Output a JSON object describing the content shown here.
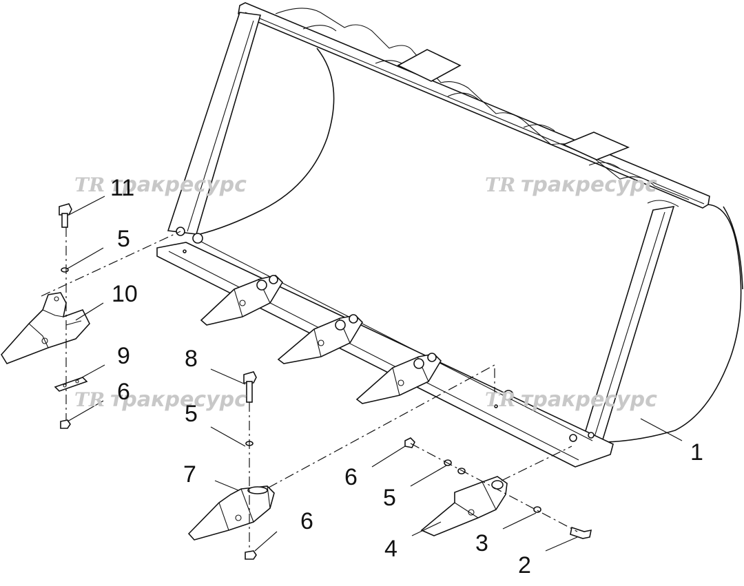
{
  "watermark": {
    "logo": "TR",
    "text": "тракресурс"
  },
  "callouts": [
    {
      "id": "c1",
      "text": "1"
    },
    {
      "id": "c2",
      "text": "2"
    },
    {
      "id": "c3",
      "text": "3"
    },
    {
      "id": "c4",
      "text": "4"
    },
    {
      "id": "c5a",
      "text": "5"
    },
    {
      "id": "c6a",
      "text": "6"
    },
    {
      "id": "c7",
      "text": "7"
    },
    {
      "id": "c6b",
      "text": "6"
    },
    {
      "id": "c5b",
      "text": "5"
    },
    {
      "id": "c8",
      "text": "8"
    },
    {
      "id": "c6c",
      "text": "6"
    },
    {
      "id": "c9",
      "text": "9"
    },
    {
      "id": "c10",
      "text": "10"
    },
    {
      "id": "c5c",
      "text": "5"
    },
    {
      "id": "c11",
      "text": "11"
    }
  ]
}
